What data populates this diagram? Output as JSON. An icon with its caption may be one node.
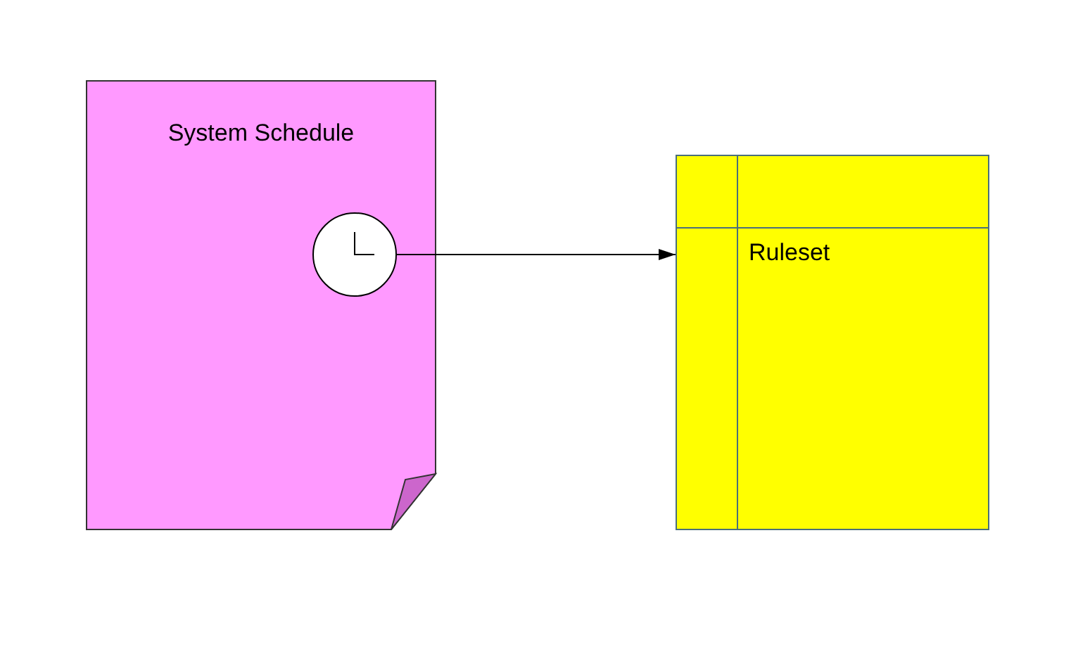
{
  "diagram": {
    "nodes": [
      {
        "text": [
          "System Schedule"
        ]
      },
      {
        "text": [],
        "shape": "circle",
        "in": 0
      },
      {
        "text": [
          "Ruleset"
        ]
      }
    ],
    "edges": [
      {
        "from": 1,
        "to": 2,
        "arrow": "to"
      }
    ]
  }
}
